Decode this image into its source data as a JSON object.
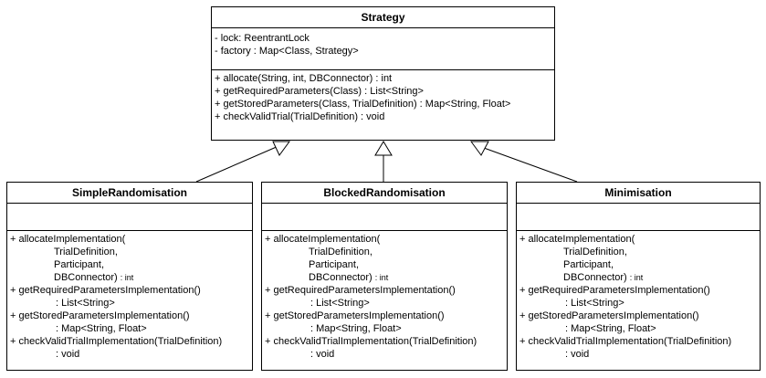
{
  "strategy": {
    "name": "Strategy",
    "attributes": [
      "- lock: ReentrantLock",
      "- factory : Map<Class, Strategy>"
    ],
    "operations": [
      "+ allocate(String, int, DBConnector) : int",
      "+ getRequiredParameters(Class) : List<String>",
      "+ getStoredParameters(Class, TrialDefinition) : Map<String, Float>",
      "+ checkValidTrial(TrialDefinition) : void"
    ]
  },
  "subclasses": [
    {
      "name": "SimpleRandomisation",
      "op1": "+ allocateImplementation(",
      "op1_args": [
        "TrialDefinition,",
        "Participant,"
      ],
      "op1_last": "DBConnector)",
      "op1_ret": ": int",
      "op2": "+ getRequiredParametersImplementation()",
      "op2_ret": ": List<String>",
      "op3": "+ getStoredParametersImplementation()",
      "op3_ret": ": Map<String, Float>",
      "op4": "+ checkValidTrialImplementation(TrialDefinition)",
      "op4_ret": ": void"
    },
    {
      "name": "BlockedRandomisation",
      "op1": "+ allocateImplementation(",
      "op1_args": [
        "TrialDefinition,",
        "Participant,"
      ],
      "op1_last": "DBConnector)",
      "op1_ret": ": int",
      "op2": "+ getRequiredParametersImplementation()",
      "op2_ret": ": List<String>",
      "op3": "+ getStoredParametersImplementation()",
      "op3_ret": ": Map<String, Float>",
      "op4": "+ checkValidTrialImplementation(TrialDefinition)",
      "op4_ret": ": void"
    },
    {
      "name": "Minimisation",
      "op1": "+ allocateImplementation(",
      "op1_args": [
        "TrialDefinition,",
        "Participant,"
      ],
      "op1_last": "DBConnector)",
      "op1_ret": ": int",
      "op2": "+ getRequiredParametersImplementation()",
      "op2_ret": ": List<String>",
      "op3": "+ getStoredParametersImplementation()",
      "op3_ret": ": Map<String, Float>",
      "op4": "+ checkValidTrialImplementation(TrialDefinition)",
      "op4_ret": ": void"
    }
  ]
}
